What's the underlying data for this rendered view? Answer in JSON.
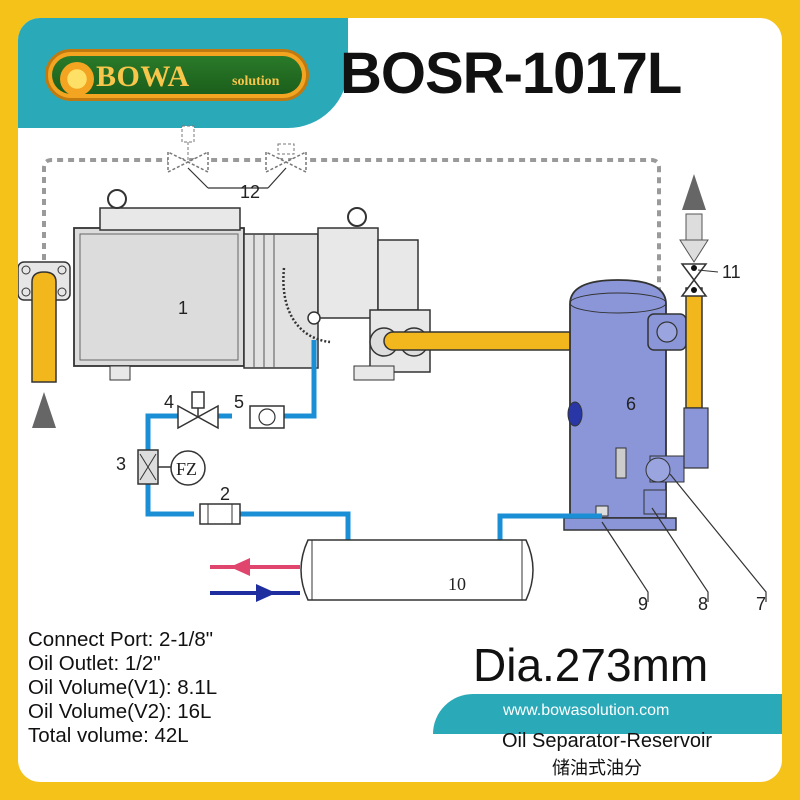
{
  "brand": {
    "logo_text": "BOWA",
    "logo_sub": "solution"
  },
  "title": "BOSR-1017L",
  "labels": {
    "l1": "1",
    "l2": "2",
    "l3": "3",
    "l4": "4",
    "l5": "5",
    "l6": "6",
    "l7": "7",
    "l8": "8",
    "l9": "9",
    "l10": "10",
    "l11": "11",
    "l12": "12",
    "fz": "FZ"
  },
  "specs": {
    "connect_port": "Connect Port: 2-1/8\"",
    "oil_outlet": "Oil Outlet: 1/2\"",
    "oil_volume_v1": "Oil Volume(V1): 8.1L",
    "oil_volume_v2": "Oil Volume(V2): 16L",
    "total_volume": "Total volume: 42L"
  },
  "diameter": "Dia.273mm",
  "website": "www.bowasolution.com",
  "subtitle": "Oil Separator-Reservoir",
  "subtitle_cn": "储油式油分",
  "colors": {
    "frame": "#f5c21a",
    "teal": "#2aa9b8",
    "pipe_yellow": "#f2b71c",
    "oil_line_blue": "#1b8fd6",
    "tank": "#8a96d8",
    "red_arrow": "#e0456e",
    "blue_arrow": "#1f2e9e"
  }
}
